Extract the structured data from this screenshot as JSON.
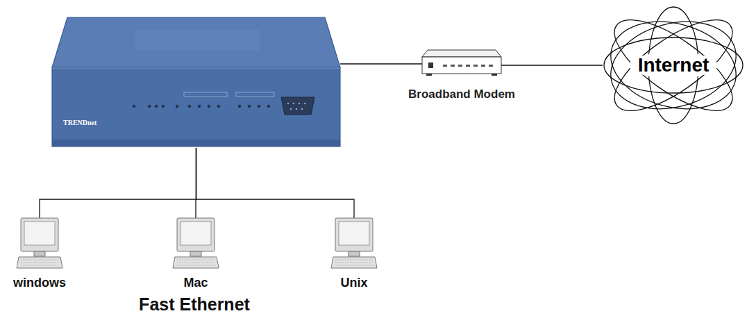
{
  "diagram": {
    "nodes": [
      {
        "text": [
          "TRENDnet"
        ]
      },
      {
        "text": [
          "Broadband Modem"
        ]
      },
      {
        "text": [
          "Internet"
        ]
      },
      {
        "text": [
          "windows"
        ]
      },
      {
        "text": [
          "Mac"
        ]
      },
      {
        "text": [
          "Unix"
        ]
      }
    ],
    "edges": [
      {
        "from": 0,
        "to": 1,
        "arrow": "none"
      },
      {
        "from": 1,
        "to": 2,
        "arrow": "none"
      },
      {
        "from": 0,
        "to": 3,
        "arrow": "none"
      },
      {
        "from": 0,
        "to": 4,
        "arrow": "none"
      },
      {
        "from": 0,
        "to": 5,
        "arrow": "none"
      }
    ],
    "labels": [
      "Fast Ethernet"
    ]
  }
}
